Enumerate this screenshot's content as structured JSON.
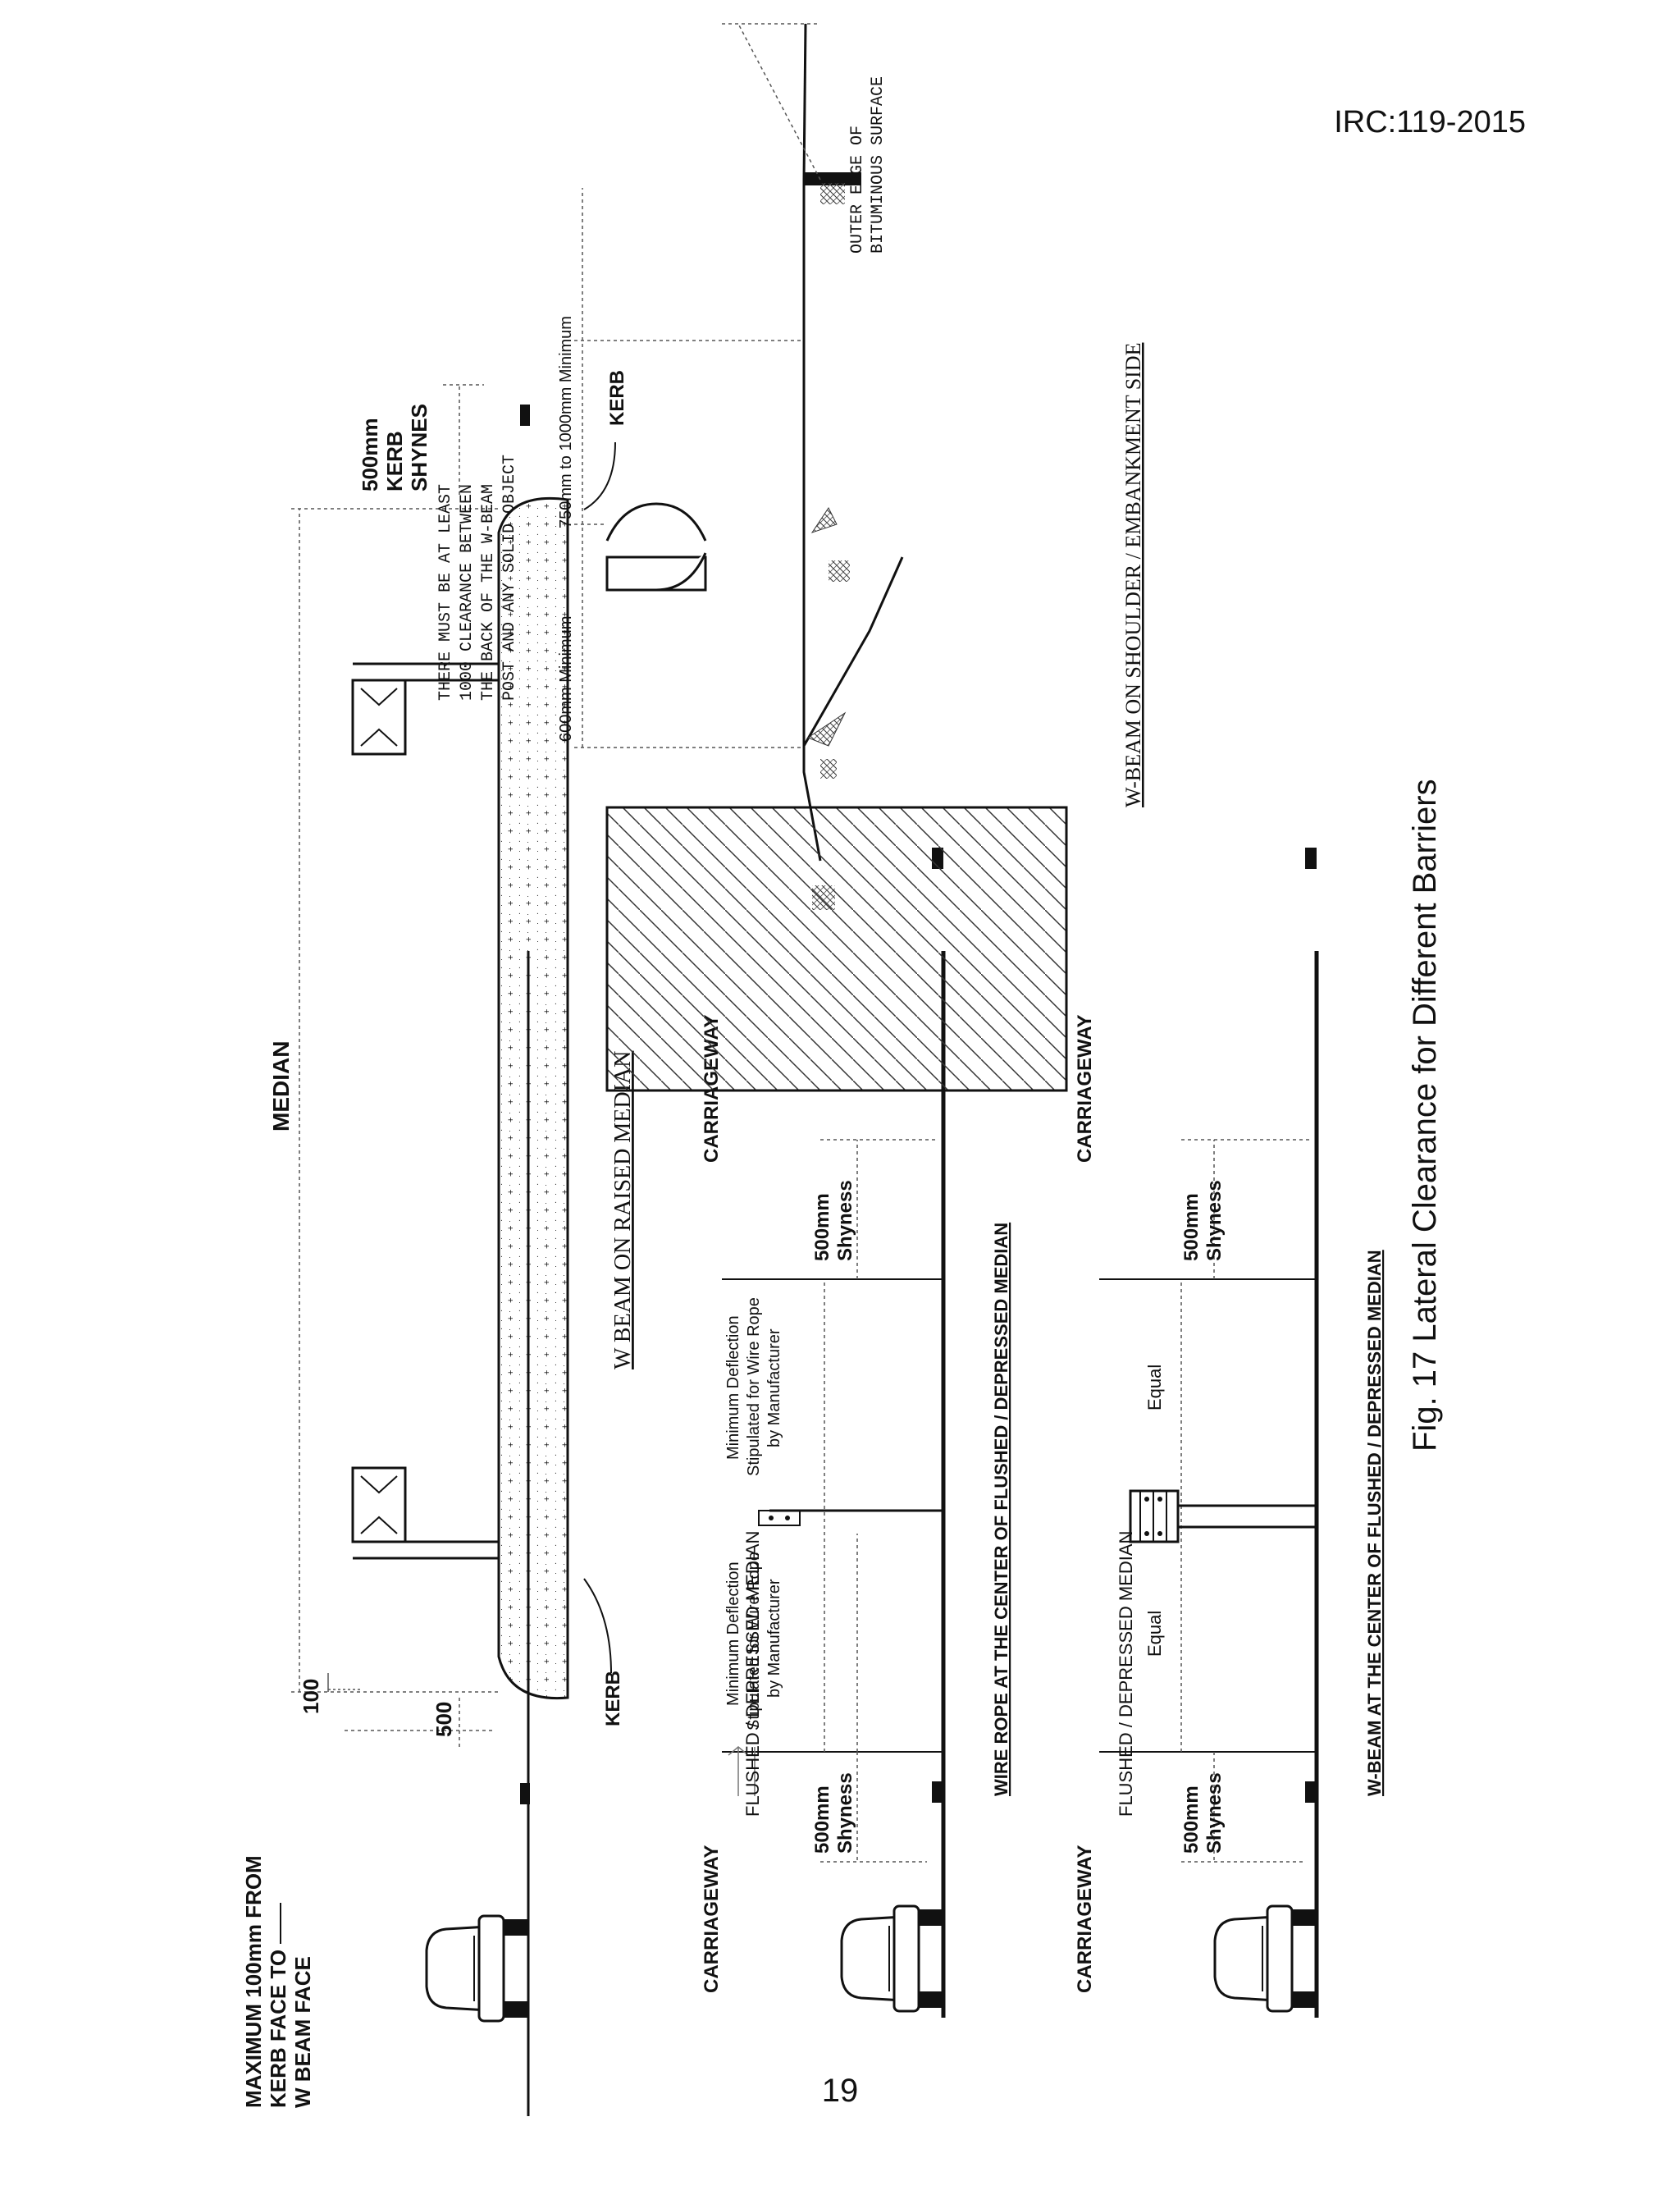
{
  "header": {
    "doc_code": "IRC:119-2015"
  },
  "page_number": "19",
  "figure": {
    "caption": "Fig. 17  Lateral Clearance for Different Barriers",
    "raised_median": {
      "title": "W  BEAM  ON  RAISED  MEDIAN",
      "kerb_note": [
        "MAXIMUM 100mm FROM",
        "KERB FACE TO",
        "W BEAM FACE"
      ],
      "dim_100": "100",
      "dim_500": "500",
      "median_label": "MEDIAN",
      "kerb_left": "KERB",
      "kerb_right": "KERB",
      "shyness_right": [
        "500mm",
        "KERB",
        "SHYNES"
      ]
    },
    "wire_rope": {
      "title": "WIRE ROPE AT THE CENTER OF FLUSHED / DEPRESSED MEDIAN",
      "median_label": "FLUSHED / DEPRESSED MEDIAN",
      "carriageway_left": "CARRIAGEWAY",
      "carriageway_right": "CARRIAGEWAY",
      "shyness_left": [
        "500mm",
        "Shyness"
      ],
      "shyness_right": [
        "500mm",
        "Shyness"
      ],
      "deflection_left": [
        "Minimum Deflection",
        "Stipulated for Wire Rope",
        "by Manufacturer"
      ],
      "deflection_right": [
        "Minimum Deflection",
        "Stipulated for Wire Rope",
        "by Manufacturer"
      ]
    },
    "w_beam_flushed": {
      "title": "W-BEAM AT THE CENTER OF FLUSHED / DEPRESSED MEDIAN",
      "median_label": "FLUSHED / DEPRESSED MEDIAN",
      "carriageway_left": "CARRIAGEWAY",
      "carriageway_right": "CARRIAGEWAY",
      "shyness_left": [
        "500mm",
        "Shyness"
      ],
      "shyness_right": [
        "500mm",
        "Shyness"
      ],
      "equal_left": "Equal",
      "equal_right": "Equal"
    },
    "shoulder": {
      "title": "W-BEAM  ON  SHOULDER  /  EMBANKMENT  SIDE",
      "clearance_note": [
        "THERE MUST BE AT LEAST",
        "1000 CLEARANCE BETWEEN",
        "THE BACK OF THE W-BEAM",
        "POST AND ANY SOLID OBJECT"
      ],
      "dim_600": "600mm Minimum",
      "dim_750": "750mm to 1000mm Minimum",
      "bitumen_note": [
        "OUTER EDGE OF",
        "BITUMINOUS SURFACE"
      ]
    }
  }
}
